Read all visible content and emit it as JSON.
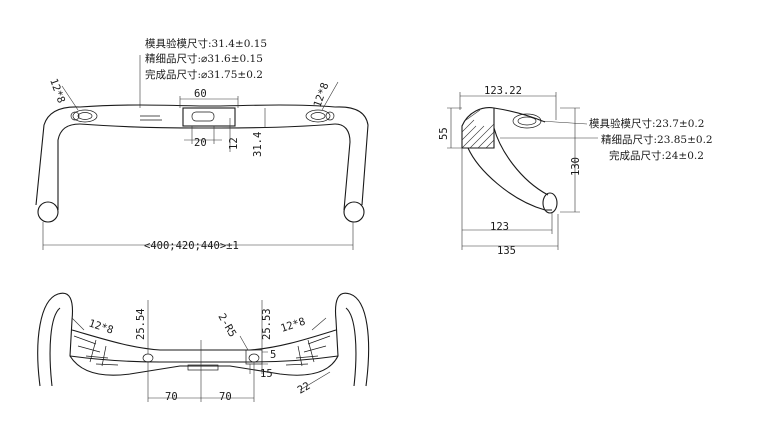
{
  "front_view": {
    "callout": {
      "line1": "模具验模尺寸:31.4±0.15",
      "line2": "精细品尺寸:⌀31.6±0.15",
      "line3": "完成品尺寸:⌀31.75±0.2"
    },
    "dims": {
      "bolt_left": "12*8",
      "bolt_right": "12*8",
      "clamp_width": "60",
      "clamp_inner": "20",
      "clamp_offset": "12",
      "clamp_dia": "31.4",
      "width": "<400;420;440>±1"
    }
  },
  "side_view": {
    "callout": {
      "line1": "模具验模尺寸:23.7±0.2",
      "line2": "精细品尺寸:23.85±0.2",
      "line3": "完成品尺寸:24±0.2"
    },
    "dims": {
      "top_reach": "123.22",
      "rise": "55",
      "drop": "130",
      "reach": "123",
      "total": "135"
    }
  },
  "top_view": {
    "dims": {
      "bolt_left": "12*8",
      "bolt_right": "12*8",
      "hole_left": "25.54",
      "hole_right": "25.53",
      "radius": "2-R5",
      "slot_w": "5",
      "slot_h": "15",
      "offset_left": "70",
      "offset_right": "70",
      "flat": "22"
    }
  }
}
